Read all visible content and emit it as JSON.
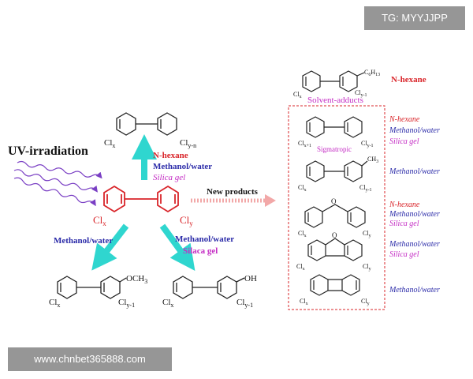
{
  "watermarks": {
    "top": "TG: MYYJJPP",
    "bottom": "www.chnbet365888.com"
  },
  "colors": {
    "red": "#d9252a",
    "blue": "#2a2aa8",
    "magenta": "#c42cc4",
    "teal": "#2fd6cf",
    "purple": "#7a3fc4",
    "frame": "#d9252a",
    "pink_arrow": "#f2a8a8"
  },
  "diagram": {
    "uv_label": "UV-irradiation",
    "new_products_label": "New products",
    "center": {
      "cl_x": "Cl",
      "cl_x_sub": "x",
      "cl_y": "Cl",
      "cl_y_sub": "y"
    },
    "top_product": {
      "cl_x": "Cl",
      "cl_x_sub": "x",
      "cl_y": "Cl",
      "cl_y_sub": "y-n",
      "conditions": [
        "N-hexane",
        "Methanol/water",
        "Silica gel"
      ]
    },
    "left_product": {
      "cl_x": "Cl",
      "cl_x_sub": "x",
      "cl_y": "Cl",
      "cl_y_sub": "y-1",
      "group": "OCH",
      "group_sub": "3",
      "conditions": [
        "Methanol/water"
      ]
    },
    "right_product": {
      "cl_x": "Cl",
      "cl_x_sub": "x",
      "cl_y": "Cl",
      "cl_y_sub": "y-1",
      "group": "OH",
      "conditions": [
        "Methanol/water",
        "Silaca gel"
      ]
    },
    "solvent_adduct": {
      "caption": "Solvent-adducts",
      "solvent": "N-hexane",
      "cl_x": "Cl",
      "cl_x_sub": "x",
      "cl_y": "Cl",
      "cl_y_sub": "y-1",
      "group": "C",
      "group_sub": "6",
      "group_h": "H",
      "group_h_sub": "13"
    },
    "boxed_products": [
      {
        "cl_x": "Cl",
        "cl_x_sub": "x+1",
        "cl_y": "Cl",
        "cl_y_sub": "y-1",
        "caption": "Sigmatropic",
        "conditions": [
          {
            "text": "N-hexane",
            "color": "red"
          },
          {
            "text": "Methanol/water",
            "color": "blue"
          },
          {
            "text": "Silica gel",
            "color": "magenta"
          }
        ]
      },
      {
        "cl_x": "Cl",
        "cl_x_sub": "x",
        "cl_y": "Cl",
        "cl_y_sub": "y-1",
        "group": "CH",
        "group_sub": "3",
        "conditions": [
          {
            "text": "Methanol/water",
            "color": "blue"
          }
        ]
      },
      {
        "cl_x": "Cl",
        "cl_x_sub": "x",
        "cl_y": "Cl",
        "cl_y_sub": "y",
        "atom": "O",
        "conditions": [
          {
            "text": "N-hexane",
            "color": "red"
          },
          {
            "text": "Methanol/water",
            "color": "blue"
          },
          {
            "text": "Silica gel",
            "color": "magenta"
          }
        ]
      },
      {
        "cl_x": "Cl",
        "cl_x_sub": "x",
        "cl_y": "Cl",
        "cl_y_sub": "y",
        "atom": "O",
        "conditions": [
          {
            "text": "Methanol/water",
            "color": "blue"
          },
          {
            "text": "Silica gel",
            "color": "magenta"
          }
        ]
      },
      {
        "cl_x": "Cl",
        "cl_x_sub": "x",
        "cl_y": "Cl",
        "cl_y_sub": "y",
        "conditions": [
          {
            "text": "Methanol/water",
            "color": "blue"
          }
        ]
      }
    ]
  }
}
